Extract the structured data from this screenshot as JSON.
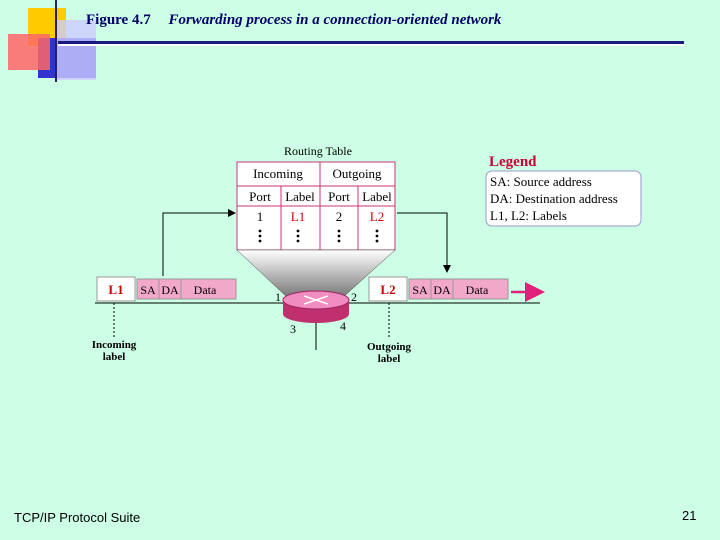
{
  "slide": {
    "figure_number": "Figure 4.7",
    "figure_caption": "Forwarding process in a connection-oriented network",
    "footer_left": "TCP/IP Protocol Suite",
    "page_number": "21"
  },
  "diagram": {
    "routing_table": {
      "title": "Routing Table",
      "group_headers": [
        "Incoming",
        "Outgoing"
      ],
      "column_headers": [
        "Port",
        "Label",
        "Port",
        "Label"
      ],
      "row": [
        "1",
        "L1",
        "2",
        "L2"
      ]
    },
    "legend": {
      "title": "Legend",
      "lines": [
        "SA: Source address",
        "DA: Destination address",
        "L1, L2: Labels"
      ]
    },
    "incoming_frame": {
      "label": "L1",
      "sa": "SA",
      "da": "DA",
      "data": "Data"
    },
    "outgoing_frame": {
      "label": "L2",
      "sa": "SA",
      "da": "DA",
      "data": "Data"
    },
    "ports": {
      "p1": "1",
      "p2": "2",
      "p3": "3",
      "p4": "4"
    },
    "incoming_caption": [
      "Incoming",
      "label"
    ],
    "outgoing_caption": [
      "Outgoing",
      "label"
    ]
  },
  "colors": {
    "background": "#ccffe6",
    "title": "#000066",
    "label_red": "#cc0000",
    "frame_pink": "#f2a8c8",
    "router_pink": "#e87ab0",
    "arrow_magenta": "#e0207a"
  }
}
